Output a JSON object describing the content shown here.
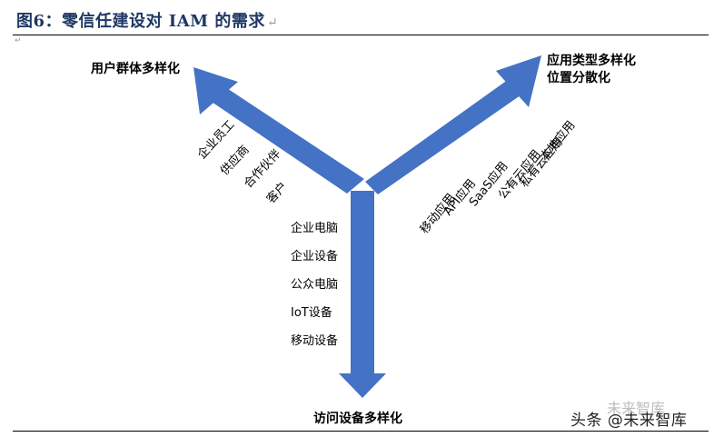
{
  "figure": {
    "title": "图6：零信任建设对 IAM 的需求",
    "para_mark": "↵",
    "sub_mark": "↵"
  },
  "diagram": {
    "left_heading": "用户群体多样化",
    "left_items": [
      "企业员工",
      "供应商",
      "合作伙伴",
      "客户"
    ],
    "right_heading_line1": "应用类型多样化",
    "right_heading_line2": "位置分散化",
    "right_items": [
      "本地应用",
      "私有云应用",
      "公有云应用",
      "SaaS应用",
      "API应用",
      "移动应用"
    ],
    "bottom_heading": "访问设备多样化",
    "bottom_items": [
      "企业电脑",
      "企业设备",
      "公众电脑",
      "IoT设备",
      "移动设备"
    ],
    "arrow_color": "#4472c4"
  },
  "watermark": {
    "text": "头条 @未来智库",
    "ghost_text": "未来智库"
  }
}
